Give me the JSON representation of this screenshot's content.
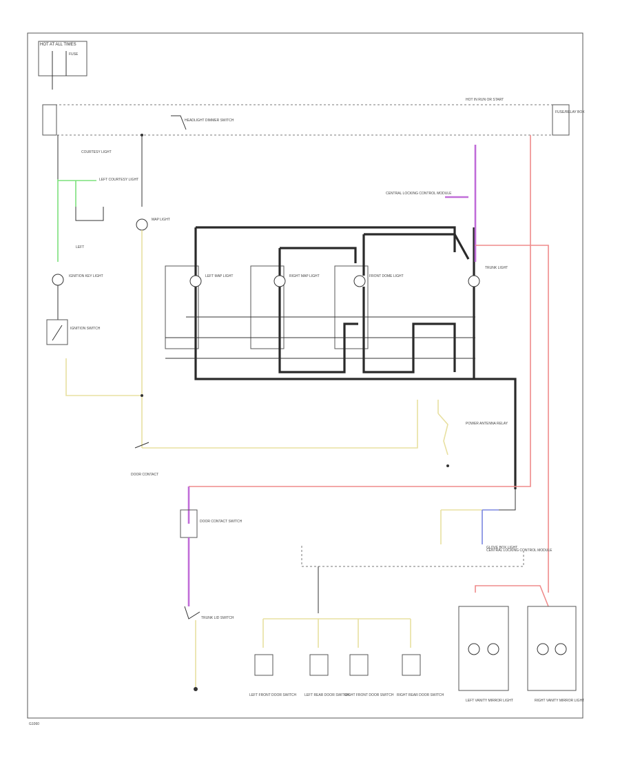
{
  "diagram": {
    "labels": [
      {
        "id": "hot-at-all-times",
        "text": "HOT AT ALL TIMES"
      },
      {
        "id": "fuse",
        "text": "FUSE"
      },
      {
        "id": "hot-in-run",
        "text": "HOT IN RUN OR START"
      },
      {
        "id": "fuse-relay-box",
        "text": "FUSE/RELAY BOX"
      },
      {
        "id": "headlight-dimmer",
        "text": "HEADLIGHT DIMMER SWITCH"
      },
      {
        "id": "courtesy-light",
        "text": "COURTESY LIGHT"
      },
      {
        "id": "lt-courtesy",
        "text": "LEFT COURTESY LIGHT"
      },
      {
        "id": "ignition-key-light",
        "text": "IGNITION KEY LIGHT"
      },
      {
        "id": "ignition-switch",
        "text": "IGNITION SWITCH"
      },
      {
        "id": "map-light",
        "text": "MAP LIGHT"
      },
      {
        "id": "left-map",
        "text": "LEFT MAP LIGHT"
      },
      {
        "id": "right-map",
        "text": "RIGHT MAP LIGHT"
      },
      {
        "id": "front-dome",
        "text": "FRONT DOME LIGHT"
      },
      {
        "id": "trunk-light",
        "text": "TRUNK LIGHT"
      },
      {
        "id": "central-locking",
        "text": "CENTRAL LOCKING CONTROL MODULE"
      },
      {
        "id": "door-contact",
        "text": "DOOR CONTACT SWITCH"
      },
      {
        "id": "power-antenna",
        "text": "POWER ANTENNA RELAY"
      },
      {
        "id": "glove-box-light",
        "text": "GLOVE BOX LIGHT"
      },
      {
        "id": "trunk-lid-switch",
        "text": "TRUNK LID SWITCH"
      },
      {
        "id": "left-front-door",
        "text": "LEFT FRONT DOOR SWITCH"
      },
      {
        "id": "left-rear-door",
        "text": "LEFT REAR DOOR SWITCH"
      },
      {
        "id": "right-front-door",
        "text": "RIGHT FRONT DOOR SWITCH"
      },
      {
        "id": "right-rear-door",
        "text": "RIGHT REAR DOOR SWITCH"
      },
      {
        "id": "left-vanity",
        "text": "LEFT VANITY MIRROR LIGHT"
      },
      {
        "id": "right-vanity",
        "text": "RIGHT VANITY MIRROR LIGHT"
      },
      {
        "id": "footer",
        "text": "G1060"
      }
    ]
  }
}
